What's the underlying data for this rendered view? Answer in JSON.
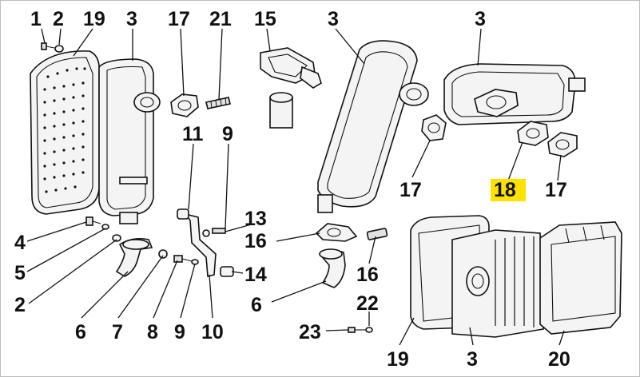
{
  "diagram": {
    "callouts": [
      {
        "id": "c1",
        "label": "1"
      },
      {
        "id": "c2",
        "label": "2"
      },
      {
        "id": "c19a",
        "label": "19"
      },
      {
        "id": "c3a",
        "label": "3"
      },
      {
        "id": "c17a",
        "label": "17"
      },
      {
        "id": "c21",
        "label": "21"
      },
      {
        "id": "c15",
        "label": "15"
      },
      {
        "id": "c3b",
        "label": "3"
      },
      {
        "id": "c3c",
        "label": "3"
      },
      {
        "id": "c11",
        "label": "11"
      },
      {
        "id": "c9a",
        "label": "9"
      },
      {
        "id": "c13",
        "label": "13"
      },
      {
        "id": "c16a",
        "label": "16"
      },
      {
        "id": "c14",
        "label": "14"
      },
      {
        "id": "c17b",
        "label": "17"
      },
      {
        "id": "c18",
        "label": "18",
        "highlight": true
      },
      {
        "id": "c17c",
        "label": "17"
      },
      {
        "id": "c4",
        "label": "4"
      },
      {
        "id": "c5",
        "label": "5"
      },
      {
        "id": "c2b",
        "label": "2"
      },
      {
        "id": "c6a",
        "label": "6"
      },
      {
        "id": "c7",
        "label": "7"
      },
      {
        "id": "c8",
        "label": "8"
      },
      {
        "id": "c9b",
        "label": "9"
      },
      {
        "id": "c10",
        "label": "10"
      },
      {
        "id": "c6b",
        "label": "6"
      },
      {
        "id": "c16b",
        "label": "16"
      },
      {
        "id": "c22",
        "label": "22"
      },
      {
        "id": "c23",
        "label": "23"
      },
      {
        "id": "c19b",
        "label": "19"
      },
      {
        "id": "c3d",
        "label": "3"
      },
      {
        "id": "c20",
        "label": "20"
      }
    ],
    "colors": {
      "highlight": "#ffe100",
      "ink": "#111111",
      "paper": "#ffffff"
    }
  }
}
